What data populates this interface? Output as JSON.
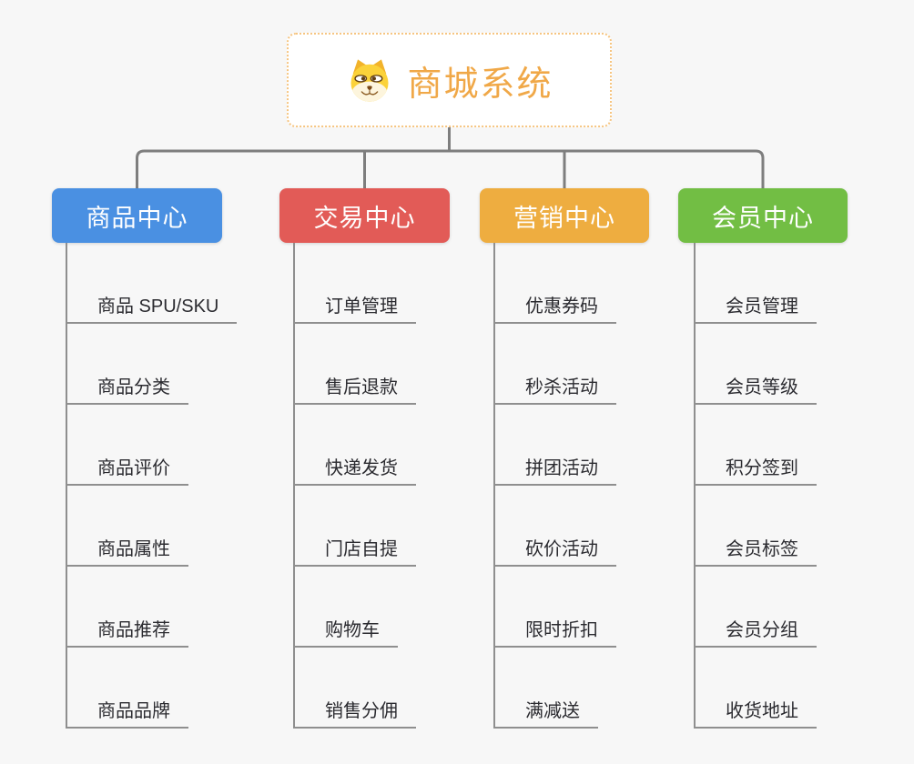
{
  "canvas": {
    "connector_color": "#7e7e7e",
    "background": "#f7f7f7"
  },
  "root": {
    "title": "商城系统",
    "icon": "doge-icon",
    "text_color": "#f0a848",
    "border_color": "#f6c581"
  },
  "branches": [
    {
      "label": "商品中心",
      "color": "#4a90e2",
      "children": [
        "商品 SPU/SKU",
        "商品分类",
        "商品评价",
        "商品属性",
        "商品推荐",
        "商品品牌"
      ]
    },
    {
      "label": "交易中心",
      "color": "#e25b57",
      "children": [
        "订单管理",
        "售后退款",
        "快递发货",
        "门店自提",
        "购物车",
        "销售分佣"
      ]
    },
    {
      "label": "营销中心",
      "color": "#eead40",
      "children": [
        "优惠券码",
        "秒杀活动",
        "拼团活动",
        "砍价活动",
        "限时折扣",
        "满减送"
      ]
    },
    {
      "label": "会员中心",
      "color": "#72be44",
      "children": [
        "会员管理",
        "会员等级",
        "积分签到",
        "会员标签",
        "会员分组",
        "收货地址"
      ]
    }
  ]
}
